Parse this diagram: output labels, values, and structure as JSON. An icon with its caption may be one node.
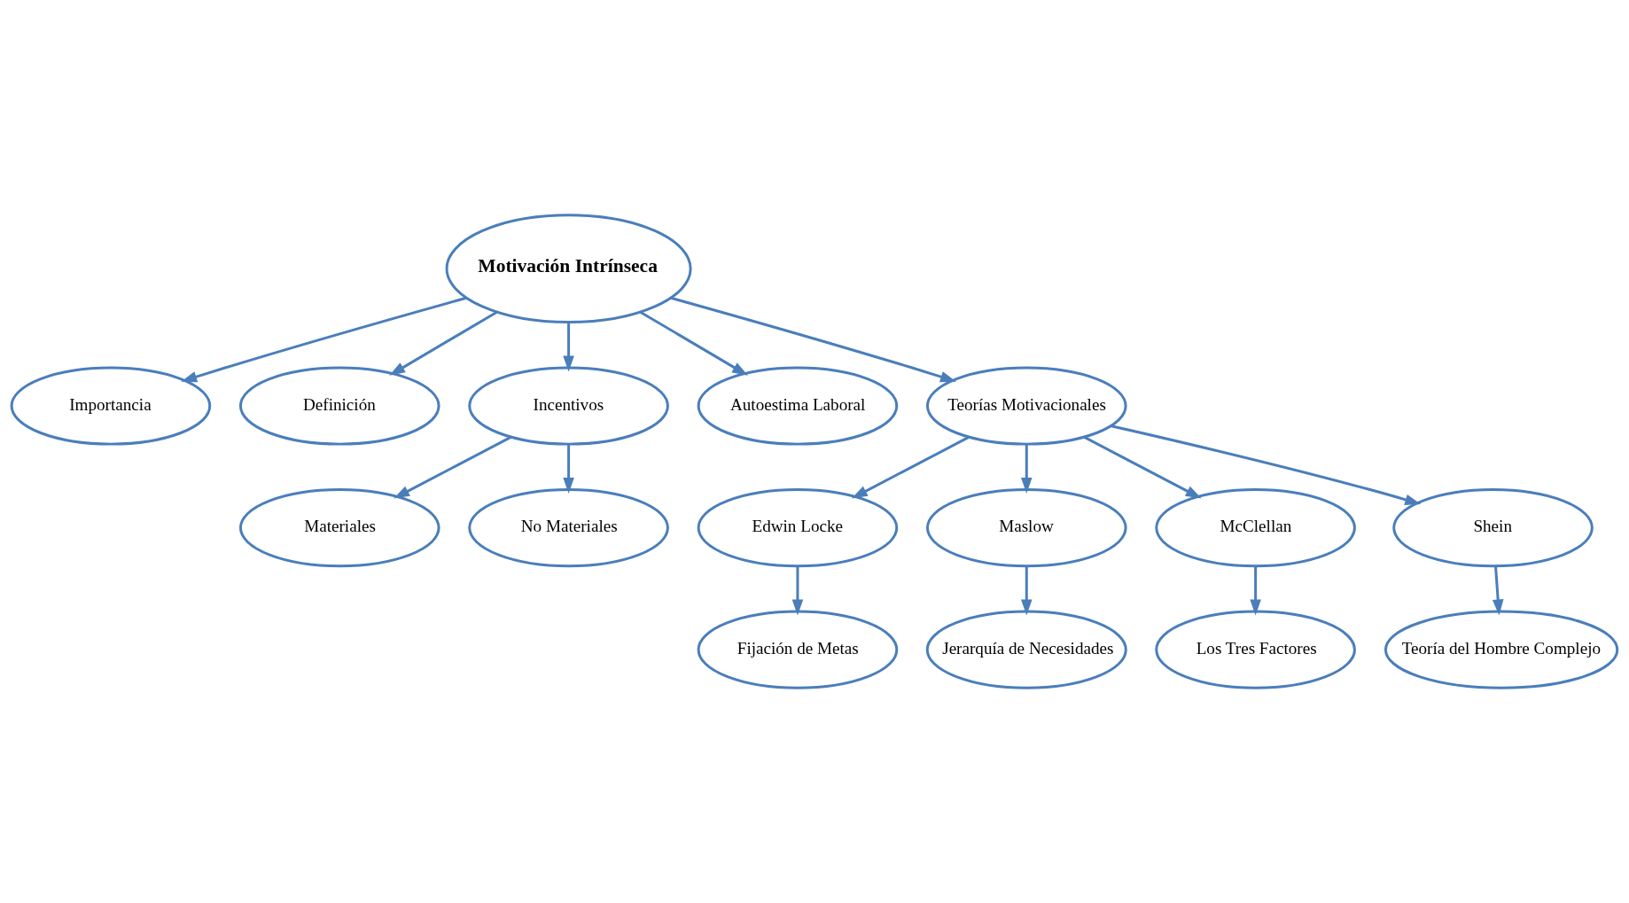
{
  "diagram": {
    "nodes": [
      {
        "text": [
          "Importancia"
        ]
      },
      {
        "text": [
          "Materiales"
        ]
      },
      {
        "text": [
          "Definición"
        ]
      },
      {
        "text": [
          "Incentivos"
        ]
      },
      {
        "text": [
          "No Materiales"
        ]
      },
      {
        "text": [
          "Motivación Intrínseca"
        ]
      },
      {
        "text": [
          "Autoestima Laboral"
        ]
      },
      {
        "text": [
          "Edwin Locke"
        ]
      },
      {
        "text": [
          "Teorías Motivacionales"
        ]
      },
      {
        "text": [
          "Maslow"
        ]
      },
      {
        "text": [
          "McClellan"
        ]
      },
      {
        "text": [
          "Fijación de Metas"
        ]
      },
      {
        "text": [
          "Shein"
        ]
      },
      {
        "text": [
          "Jerarquía de Necesidades"
        ]
      },
      {
        "text": [
          "Los Tres Factores"
        ]
      },
      {
        "text": [
          "Teoría del Hombre Complejo"
        ]
      }
    ],
    "edges": [
      {
        "from": 5,
        "to": 0,
        "arrow": "to"
      },
      {
        "from": 5,
        "to": 2,
        "arrow": "to"
      },
      {
        "from": 5,
        "to": 6,
        "arrow": "to"
      },
      {
        "from": 5,
        "to": 3,
        "arrow": "to"
      },
      {
        "from": 3,
        "to": 1,
        "arrow": "to"
      },
      {
        "from": 3,
        "to": 4,
        "arrow": "to"
      },
      {
        "from": 5,
        "to": 8,
        "arrow": "to"
      },
      {
        "from": 8,
        "to": 7,
        "arrow": "to"
      },
      {
        "from": 8,
        "to": 9,
        "arrow": "to"
      },
      {
        "from": 8,
        "to": 12,
        "arrow": "to"
      },
      {
        "from": 8,
        "to": 10,
        "arrow": "to"
      },
      {
        "from": 7,
        "to": 11,
        "arrow": "to"
      },
      {
        "from": 9,
        "to": 13,
        "arrow": "to"
      },
      {
        "from": 12,
        "to": 15,
        "arrow": "to"
      },
      {
        "from": 10,
        "to": 14,
        "arrow": "to"
      }
    ]
  }
}
